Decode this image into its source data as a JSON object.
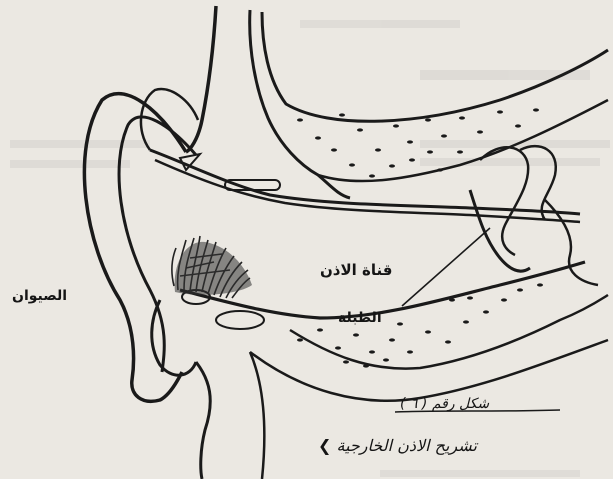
{
  "diagram": {
    "labels": {
      "auricle": "الصيوان",
      "ear_canal": "قناة الاذن",
      "eardrum": "الطبلة"
    },
    "figure_number": "شكل رقم ( ٦ )",
    "caption": "تشريح الاذن الخارجية ❯",
    "colors": {
      "ink": "#1a1a1a",
      "paper": "#ebe8e2",
      "hair": "#222222"
    }
  }
}
